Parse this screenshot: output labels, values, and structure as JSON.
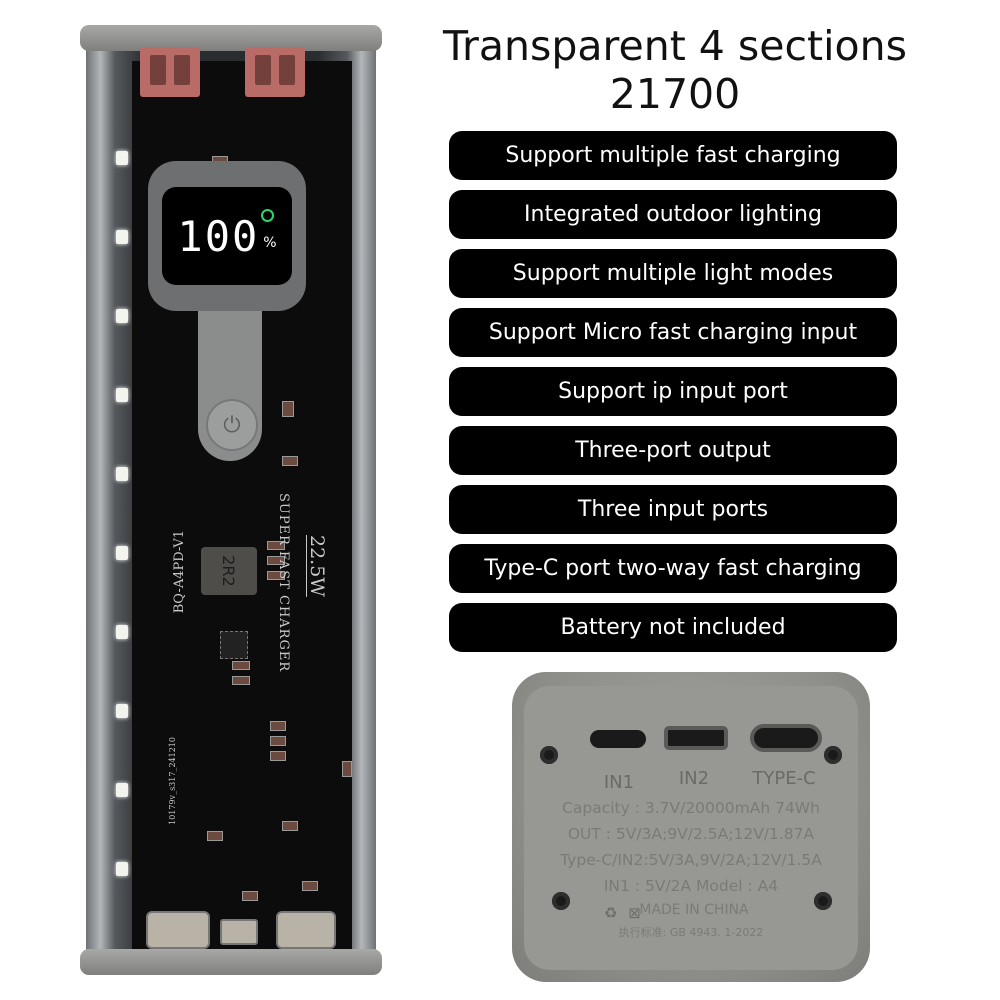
{
  "title": {
    "line1": "Transparent 4 sections",
    "line2": "21700"
  },
  "features": [
    "Support multiple fast charging",
    "Integrated outdoor lighting",
    "Support multiple light modes",
    "Support Micro fast charging input",
    "Support ip input port",
    "Three-port output",
    "Three input ports",
    "Type-C port two-way fast charging",
    "Battery not included"
  ],
  "power_bank": {
    "display_value": "100",
    "display_unit": "%",
    "inductor_label": "2R2",
    "board_model": "BQ-A4PD-V1",
    "power_rating": "22.5W",
    "charger_text": "SUPER FAST CHARGER",
    "fine_print": "10179v_s317_241210",
    "colors": {
      "usb_a_port": "#b96c67",
      "charge_indicator": "#2bd66f",
      "pcb": "#0c0c0d"
    }
  },
  "end_cap": {
    "ports": [
      {
        "label": "IN1",
        "kind": "lightning"
      },
      {
        "label": "IN2",
        "kind": "micro-usb"
      },
      {
        "label": "TYPE-C",
        "kind": "usb-c"
      }
    ],
    "specs": [
      "Capacity : 3.7V/20000mAh 74Wh",
      "OUT : 5V/3A;9V/2.5A;12V/1.87A",
      "Type-C/IN2:5V/3A,9V/2A;12V/1.5A",
      "IN1 : 5V/2A  Model : A4"
    ],
    "made_in": "MADE IN CHINA",
    "standard": "执行标准: GB 4943. 1-2022",
    "icons": [
      "recycle-icon",
      "crossed-bin-icon"
    ]
  }
}
